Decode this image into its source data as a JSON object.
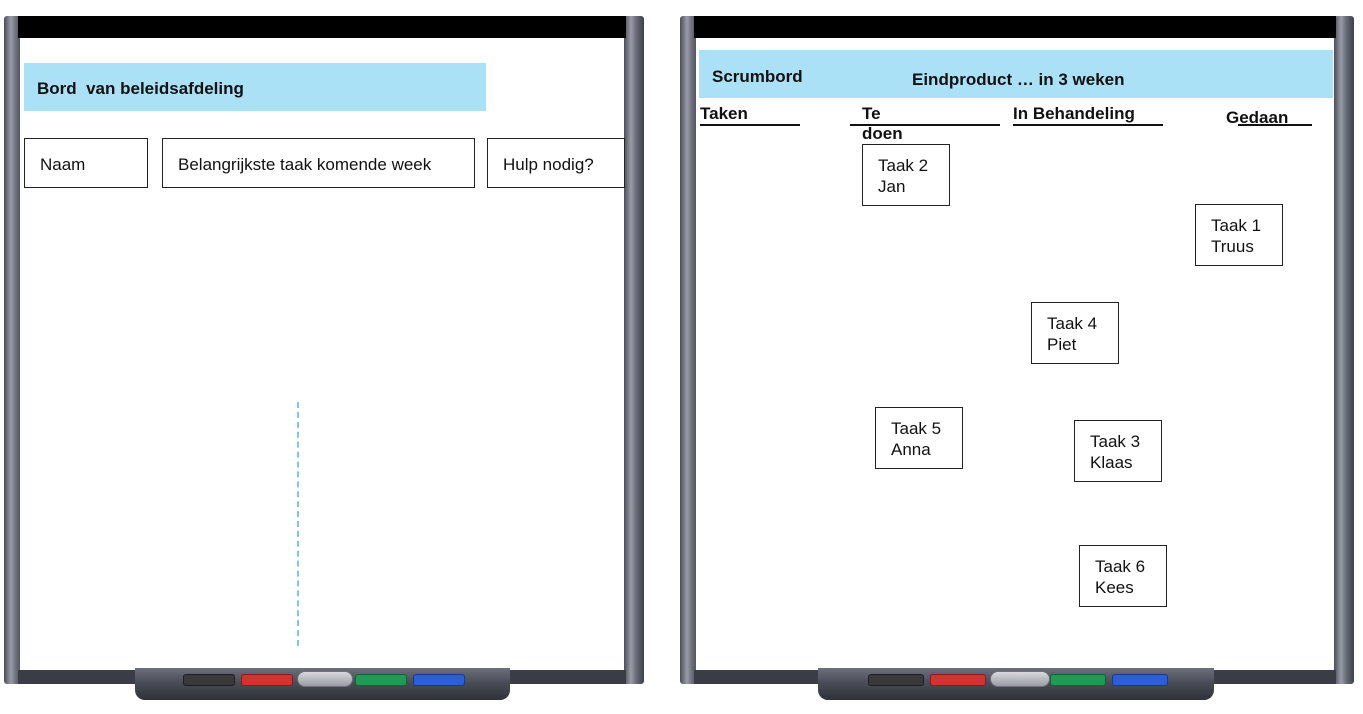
{
  "left_board": {
    "title": "Bord  van beleidsafdeling",
    "columns": [
      "Naam",
      "Belangrijkste taak komende week",
      "Hulp nodig?"
    ]
  },
  "right_board": {
    "title_left": "Scrumbord",
    "title_right": "Eindproduct … in 3 weken",
    "columns": [
      "Taken",
      "Te doen",
      "In Behandeling",
      "Gedaan"
    ],
    "cards": [
      {
        "task": "Taak 2",
        "owner": "Jan"
      },
      {
        "task": "Taak 1",
        "owner": "Truus"
      },
      {
        "task": "Taak 4",
        "owner": "Piet"
      },
      {
        "task": "Taak 5",
        "owner": "Anna"
      },
      {
        "task": "Taak 3",
        "owner": "Klaas"
      },
      {
        "task": "Taak 6",
        "owner": "Kees"
      }
    ]
  },
  "colors": {
    "banner": "#abe1f7",
    "dashed_line": "#7cc7ee"
  }
}
